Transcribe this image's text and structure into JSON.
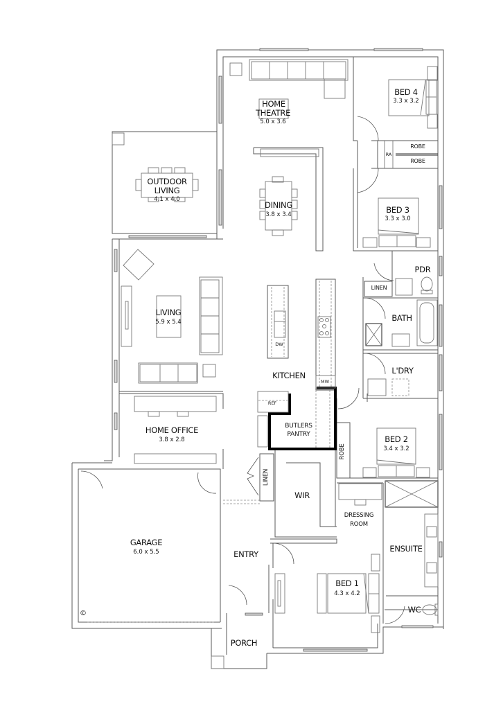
{
  "plan": {
    "rooms": [
      {
        "id": "home-theatre",
        "name_line1": "HOME",
        "name_line2": "THEATRE",
        "dims": "5.0 x 3.6"
      },
      {
        "id": "bed4",
        "name": "BED 4",
        "dims": "3.3 x 3.2"
      },
      {
        "id": "outdoor-living",
        "name_line1": "OUTDOOR",
        "name_line2": "LIVING",
        "dims": "4.1 x 4.0"
      },
      {
        "id": "dining",
        "name": "DINING",
        "dims": "3.8 x 3.4"
      },
      {
        "id": "bed3",
        "name": "BED 3",
        "dims": "3.3 x 3.0"
      },
      {
        "id": "living",
        "name": "LIVING",
        "dims": "5.9 x 5.4"
      },
      {
        "id": "pdr",
        "name": "PDR"
      },
      {
        "id": "linen-upper",
        "name": "LINEN"
      },
      {
        "id": "bath",
        "name": "BATH"
      },
      {
        "id": "kitchen",
        "name": "KITCHEN"
      },
      {
        "id": "laundry",
        "name": "L'DRY"
      },
      {
        "id": "home-office",
        "name": "HOME OFFICE",
        "dims": "3.8 x 2.8"
      },
      {
        "id": "butlers-pantry",
        "name_line1": "BUTLERS",
        "name_line2": "PANTRY"
      },
      {
        "id": "bed2",
        "name": "BED 2",
        "dims": "3.4 x 3.2"
      },
      {
        "id": "robe-bed2",
        "name": "ROBE"
      },
      {
        "id": "linen-lower",
        "name": "LINEN"
      },
      {
        "id": "wir",
        "name": "WIR"
      },
      {
        "id": "dressing-room",
        "name_line1": "DRESSING",
        "name_line2": "ROOM"
      },
      {
        "id": "garage",
        "name": "GARAGE",
        "dims": "6.0 x 5.5"
      },
      {
        "id": "entry",
        "name": "ENTRY"
      },
      {
        "id": "ensuite",
        "name": "ENSUITE"
      },
      {
        "id": "bed1",
        "name": "BED 1",
        "dims": "4.3 x 4.2"
      },
      {
        "id": "wc",
        "name": "WC"
      },
      {
        "id": "porch",
        "name": "PORCH"
      }
    ],
    "fixtures": {
      "robe_top": "ROBE",
      "robe_bottom": "ROBE",
      "return_air": "RA",
      "dishwasher": "DW",
      "microwave": "MW",
      "refrigerator": "REF",
      "copyright_symbol": "©"
    },
    "colors": {
      "wall": "#5a5a5a",
      "bold_wall": "#000000",
      "window_fill": "#d8d8d8",
      "background": "#ffffff"
    }
  }
}
